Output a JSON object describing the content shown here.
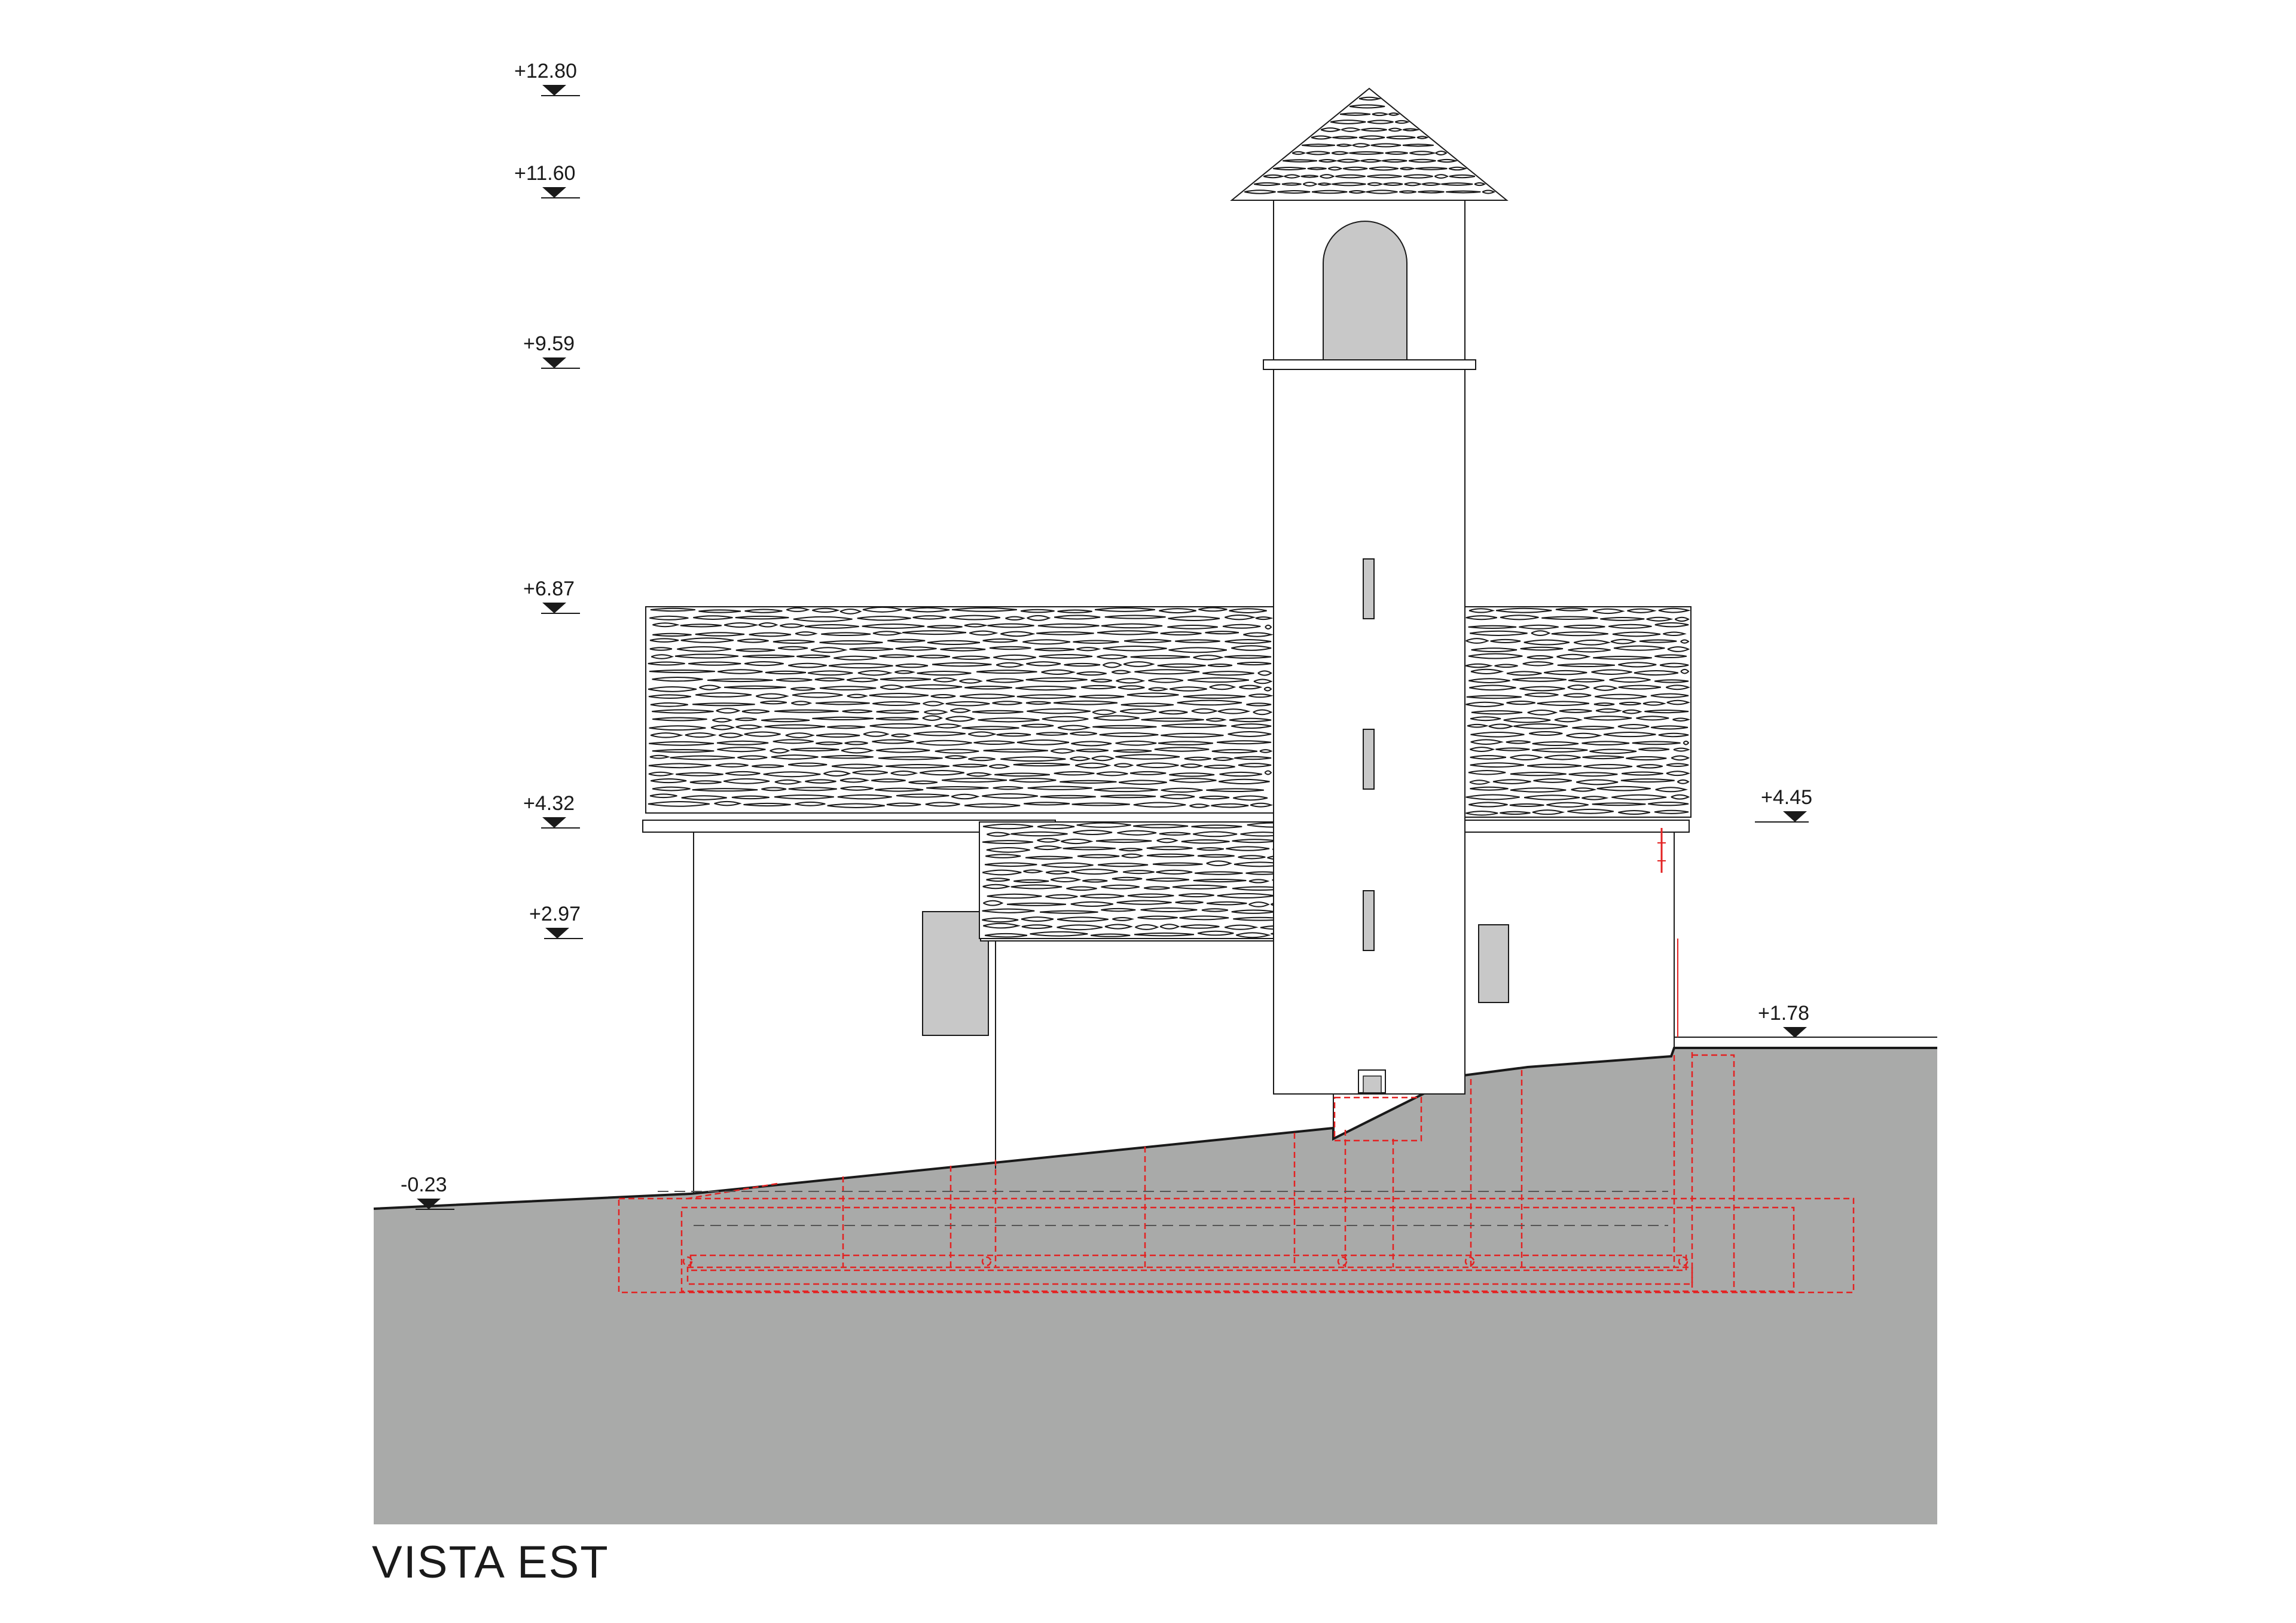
{
  "title": "VISTA EST",
  "elevation_marks": [
    "+12.80",
    "+11.60",
    "+9.59",
    "+6.87",
    "+4.32",
    "+2.97",
    "-0.23",
    "+4.45",
    "+1.78"
  ],
  "colors": {
    "ground": "#a9aaa9",
    "line": "#1a1a1a",
    "opening": "#c8c8c8",
    "foundation": "#e32222",
    "hidden": "#555555"
  }
}
